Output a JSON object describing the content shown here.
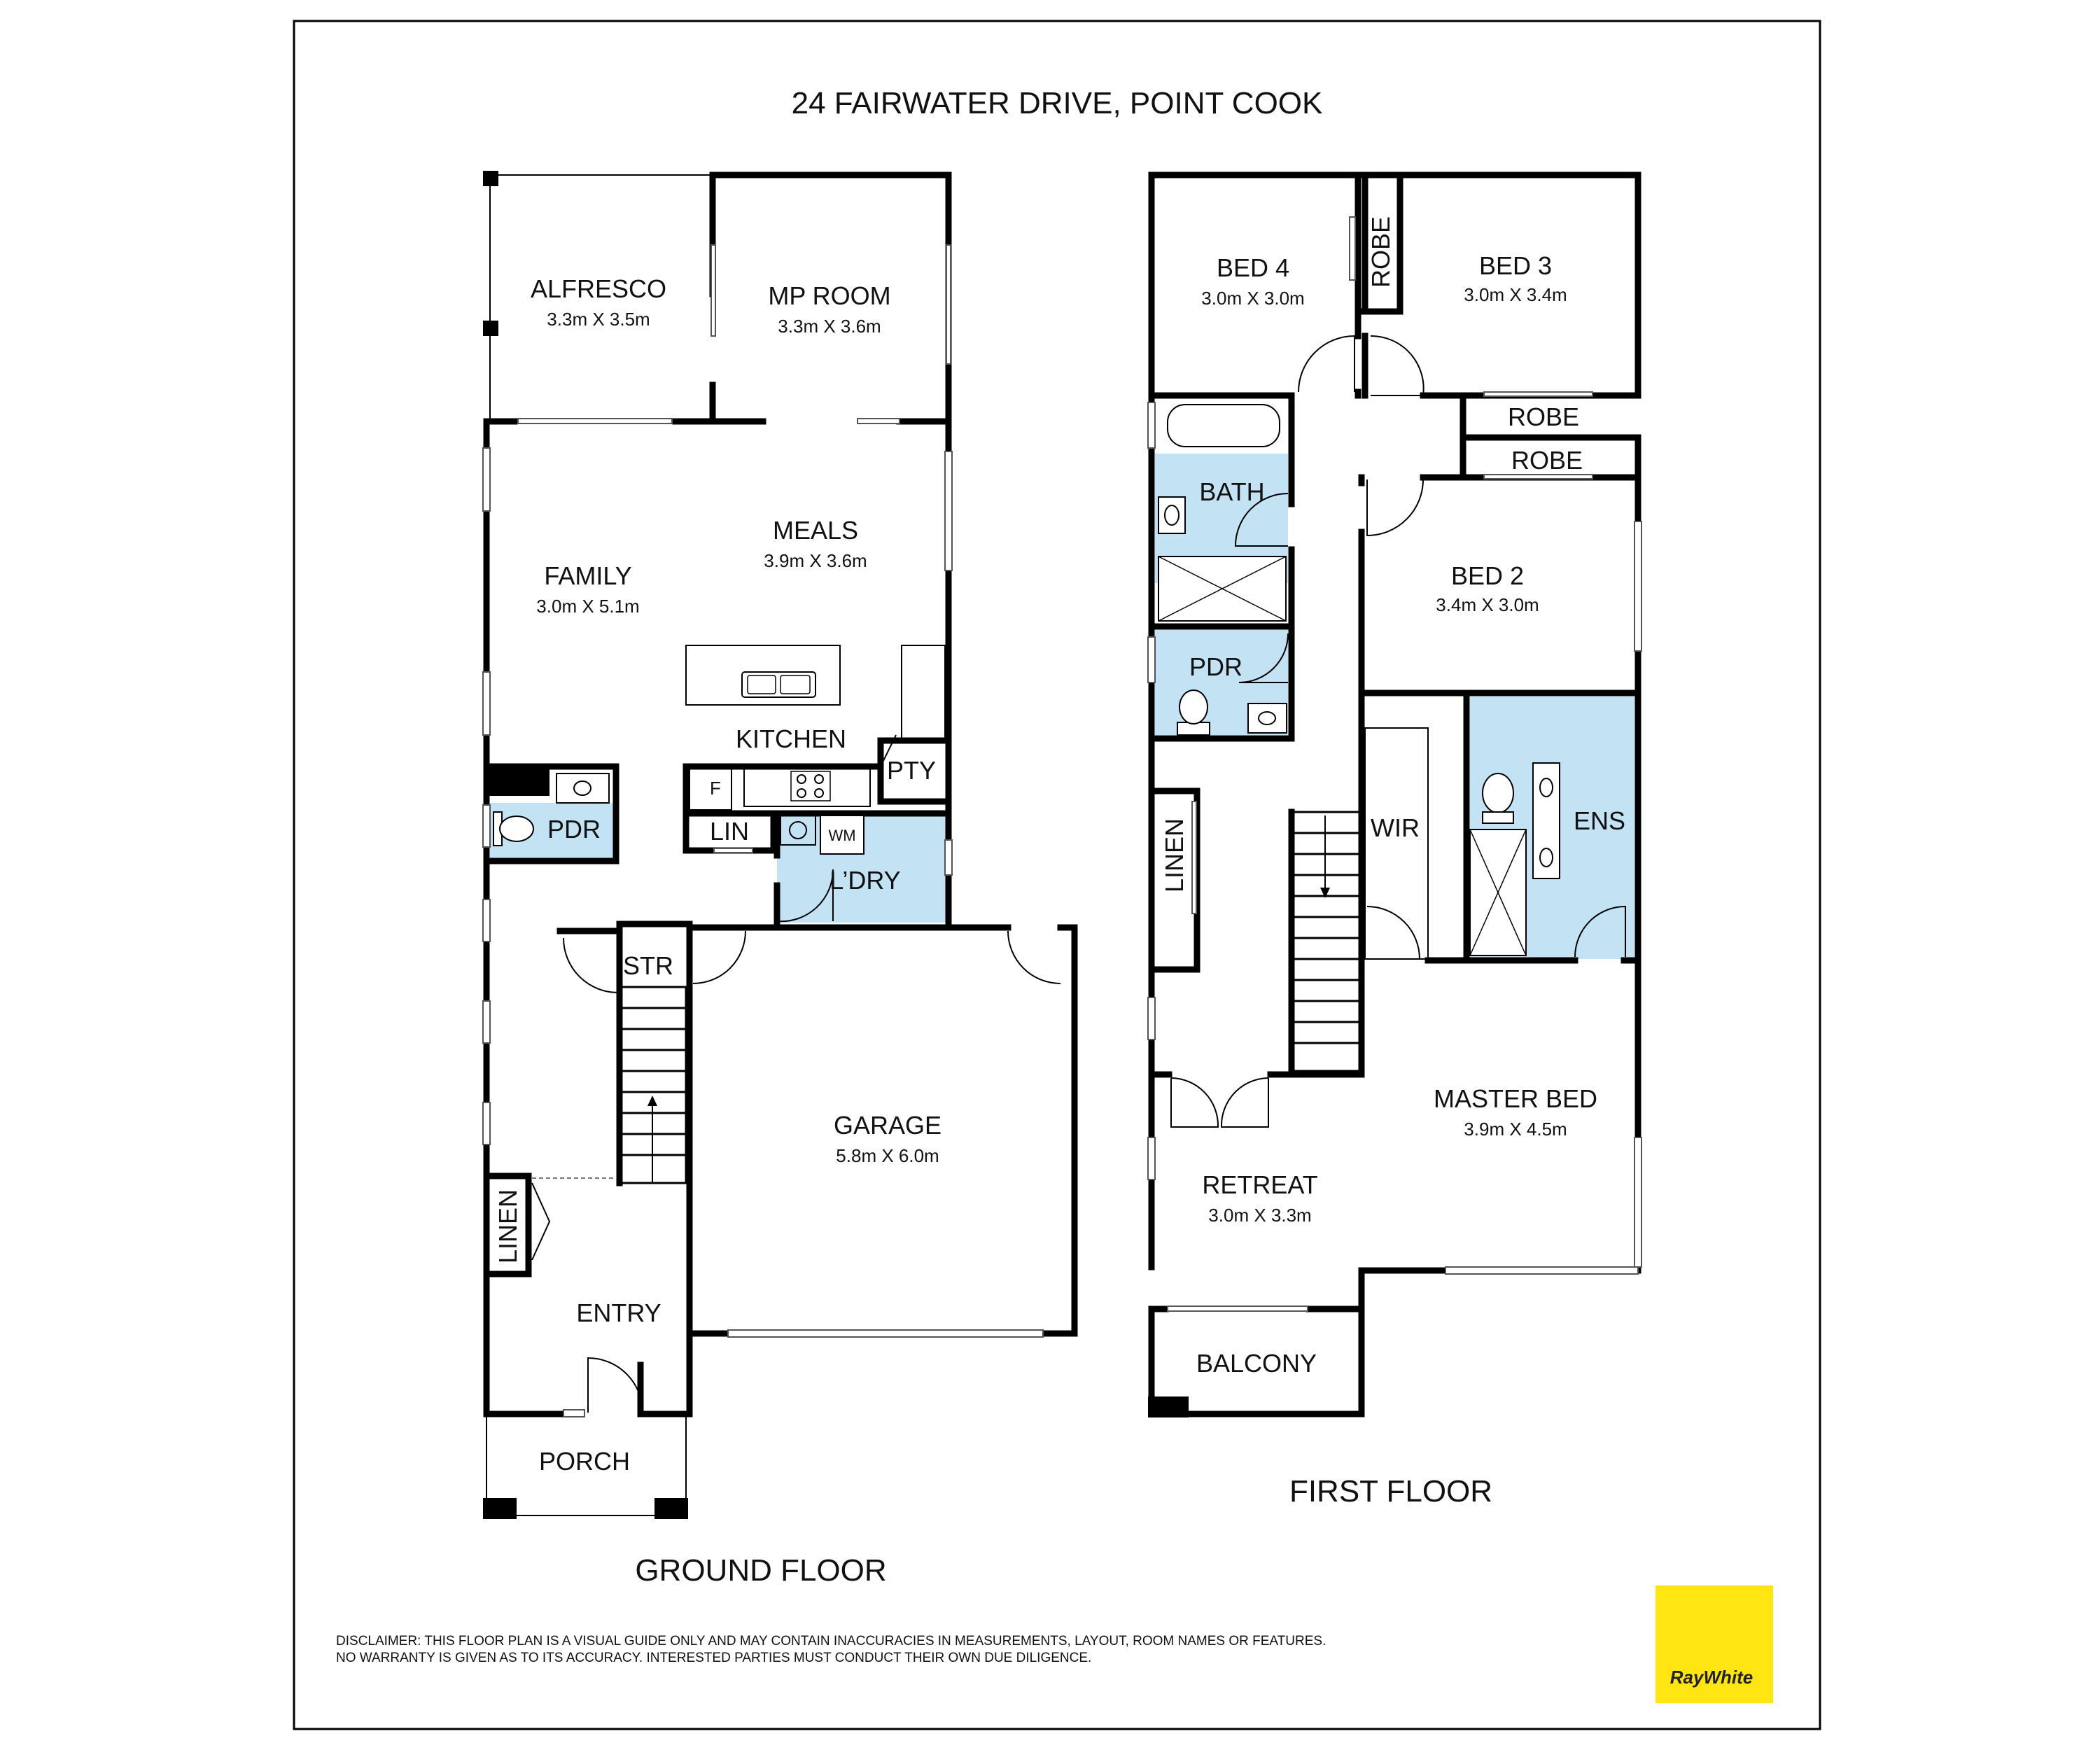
{
  "title": "24 FAIRWATER DRIVE, POINT COOK",
  "floors": {
    "ground": "GROUND FLOOR",
    "first": "FIRST FLOOR"
  },
  "ground_rooms": {
    "alfresco": {
      "name": "ALFRESCO",
      "size": "3.3m X 3.5m"
    },
    "mp_room": {
      "name": "MP ROOM",
      "size": "3.3m X 3.6m"
    },
    "family": {
      "name": "FAMILY",
      "size": "3.0m X 5.1m"
    },
    "meals": {
      "name": "MEALS",
      "size": "3.9m X 3.6m"
    },
    "kitchen": {
      "name": "KITCHEN"
    },
    "pty": {
      "name": "PTY"
    },
    "fridge": {
      "name": "F"
    },
    "lin": {
      "name": "LIN"
    },
    "wm": {
      "name": "WM"
    },
    "laundry": {
      "name": "L’DRY"
    },
    "pdr": {
      "name": "PDR"
    },
    "str": {
      "name": "STR"
    },
    "linen": {
      "name": "LINEN"
    },
    "entry": {
      "name": "ENTRY"
    },
    "porch": {
      "name": "PORCH"
    },
    "garage": {
      "name": "GARAGE",
      "size": "5.8m X 6.0m"
    }
  },
  "first_rooms": {
    "bed4": {
      "name": "BED 4",
      "size": "3.0m X 3.0m"
    },
    "robe_v": {
      "name": "ROBE"
    },
    "bed3": {
      "name": "BED 3",
      "size": "3.0m X 3.4m"
    },
    "robe1": {
      "name": "ROBE"
    },
    "robe2": {
      "name": "ROBE"
    },
    "bath": {
      "name": "BATH"
    },
    "bed2": {
      "name": "BED 2",
      "size": "3.4m X 3.0m"
    },
    "pdr": {
      "name": "PDR"
    },
    "linen": {
      "name": "LINEN"
    },
    "wir": {
      "name": "WIR"
    },
    "ens": {
      "name": "ENS"
    },
    "master": {
      "name": "MASTER BED",
      "size": "3.9m X 4.5m"
    },
    "retreat": {
      "name": "RETREAT",
      "size": "3.0m X 3.3m"
    },
    "balcony": {
      "name": "BALCONY"
    }
  },
  "disclaimer": {
    "line1": "DISCLAIMER: THIS FLOOR PLAN IS A VISUAL GUIDE ONLY AND MAY CONTAIN INACCURACIES IN MEASUREMENTS, LAYOUT, ROOM NAMES OR FEATURES.",
    "line2": "NO WARRANTY IS GIVEN AS TO ITS ACCURACY. INTERESTED PARTIES MUST CONDUCT THEIR OWN DUE DILIGENCE."
  },
  "logo": {
    "text": "RayWhite",
    "color": "#ffe512"
  },
  "colors": {
    "wet_area": "#c3e2f4",
    "wall": "#000000"
  }
}
